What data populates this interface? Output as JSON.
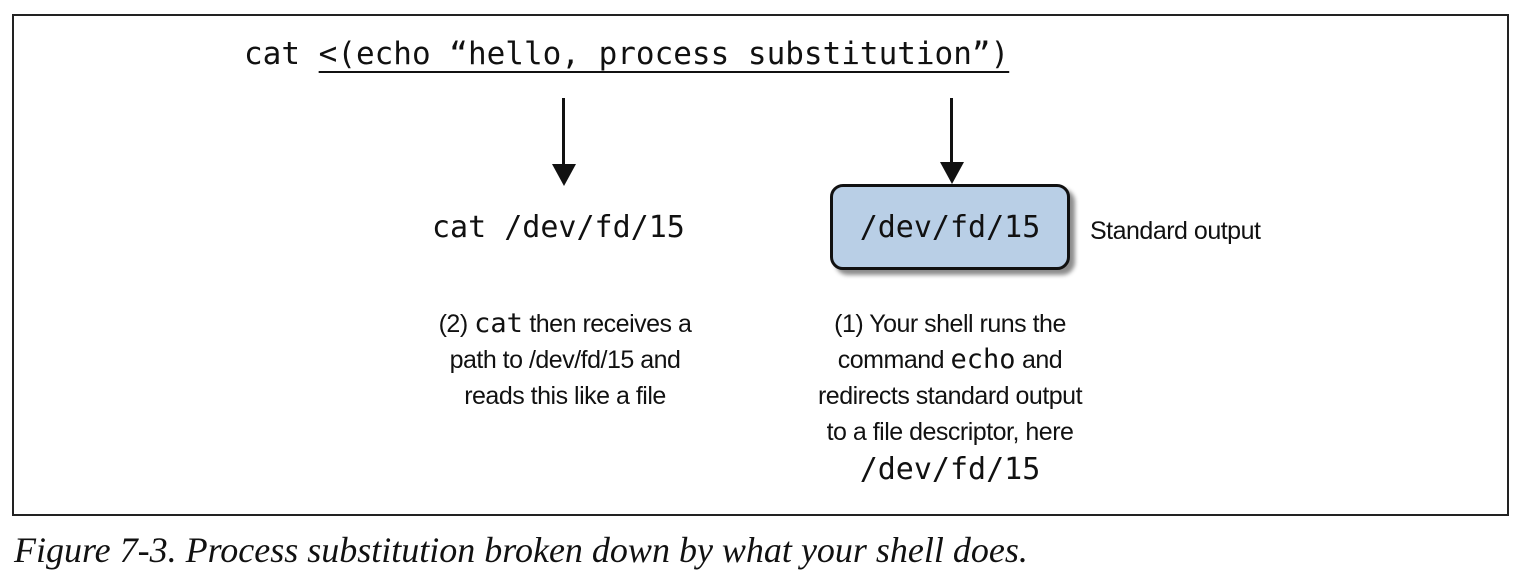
{
  "command": {
    "prefix": "cat ",
    "substitution": "<(echo “hello, process substitution”)"
  },
  "left_result": "cat /dev/fd/15",
  "fd_box": {
    "label": "/dev/fd/15",
    "side_label": "Standard output",
    "fill_color": "#b9cfe6"
  },
  "note2": {
    "prefix": "(2) ",
    "code": "cat",
    "line1_rest": " then receives a",
    "line2": "path to /dev/fd/15 and",
    "line3": "reads this like a file"
  },
  "note1": {
    "line1": "(1) Your shell runs the",
    "line2_prefix": "command ",
    "code": "echo",
    "line2_rest": " and",
    "line3": "redirects standard output",
    "line4": "to a file descriptor, here",
    "path": "/dev/fd/15"
  },
  "caption": "Figure 7-3. Process substitution broken down by what your shell does."
}
